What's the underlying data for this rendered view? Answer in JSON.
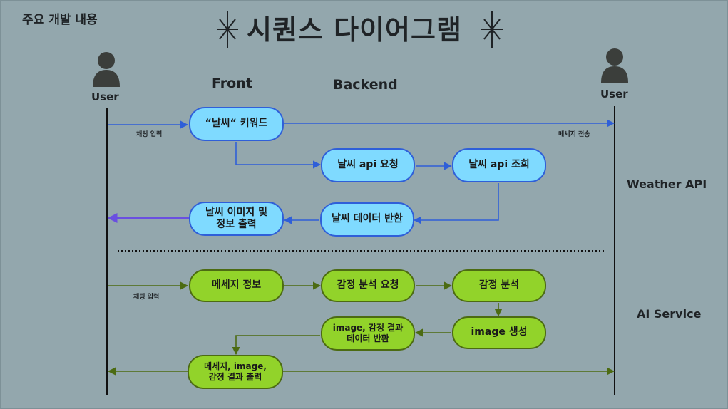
{
  "header": {
    "corner_label": "주요 개발 내용",
    "title": "시퀀스 다이어그램"
  },
  "columns": {
    "front": "Front",
    "backend": "Backend"
  },
  "actors": {
    "left": "User",
    "right": "User"
  },
  "services": {
    "weather": "Weather API",
    "ai": "AI Service"
  },
  "messages": {
    "chat_input_1": "채팅 입력",
    "send_message": "메세지 전송",
    "chat_input_2": "채팅 입력"
  },
  "weather_flow": {
    "keyword": "“날씨“ 키워드",
    "api_request": "날씨 api 요청",
    "api_query": "날씨 api 조회",
    "data_return": "날씨 데이터 반환",
    "image_output": "날씨 이미지 및\n정보 출력"
  },
  "ai_flow": {
    "message_info": "메세지 정보",
    "emotion_request": "감정 분석 요청",
    "emotion_analysis": "감정 분석",
    "image_generate": "image 생성",
    "result_return": "image, 감정 결과\n데이터 반환",
    "final_output": "메세지, image,\n감정 결과 출력"
  },
  "colors": {
    "background": "#93a7ad",
    "weather_node": "#7fdaff",
    "weather_border": "#2f5fd8",
    "ai_node": "#92d32a",
    "ai_border": "#4c6b12",
    "return_arrow": "#6a4fe0"
  }
}
